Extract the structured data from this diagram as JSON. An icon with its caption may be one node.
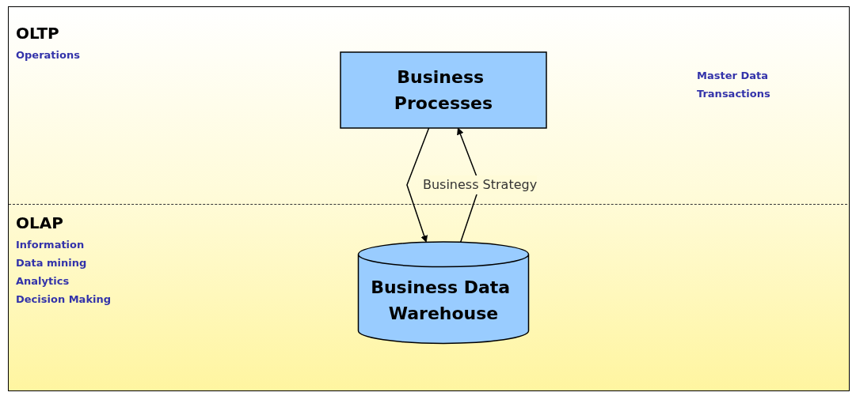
{
  "diagram": {
    "nodes": [
      {
        "text": [
          "Business Processes"
        ]
      },
      {
        "text": [
          "Business Data Warehouse"
        ]
      }
    ],
    "edges": [
      {
        "from": 1,
        "to": 0,
        "arrow": "to",
        "label": "Business Strategy"
      },
      {
        "from": 0,
        "to": 1,
        "arrow": "to"
      }
    ],
    "labels": [
      "Master Data",
      "Transactions",
      "OLTP",
      "Operations",
      "OLAP",
      "Information",
      "Data mining",
      "Analytics",
      "Decision Making"
    ]
  }
}
